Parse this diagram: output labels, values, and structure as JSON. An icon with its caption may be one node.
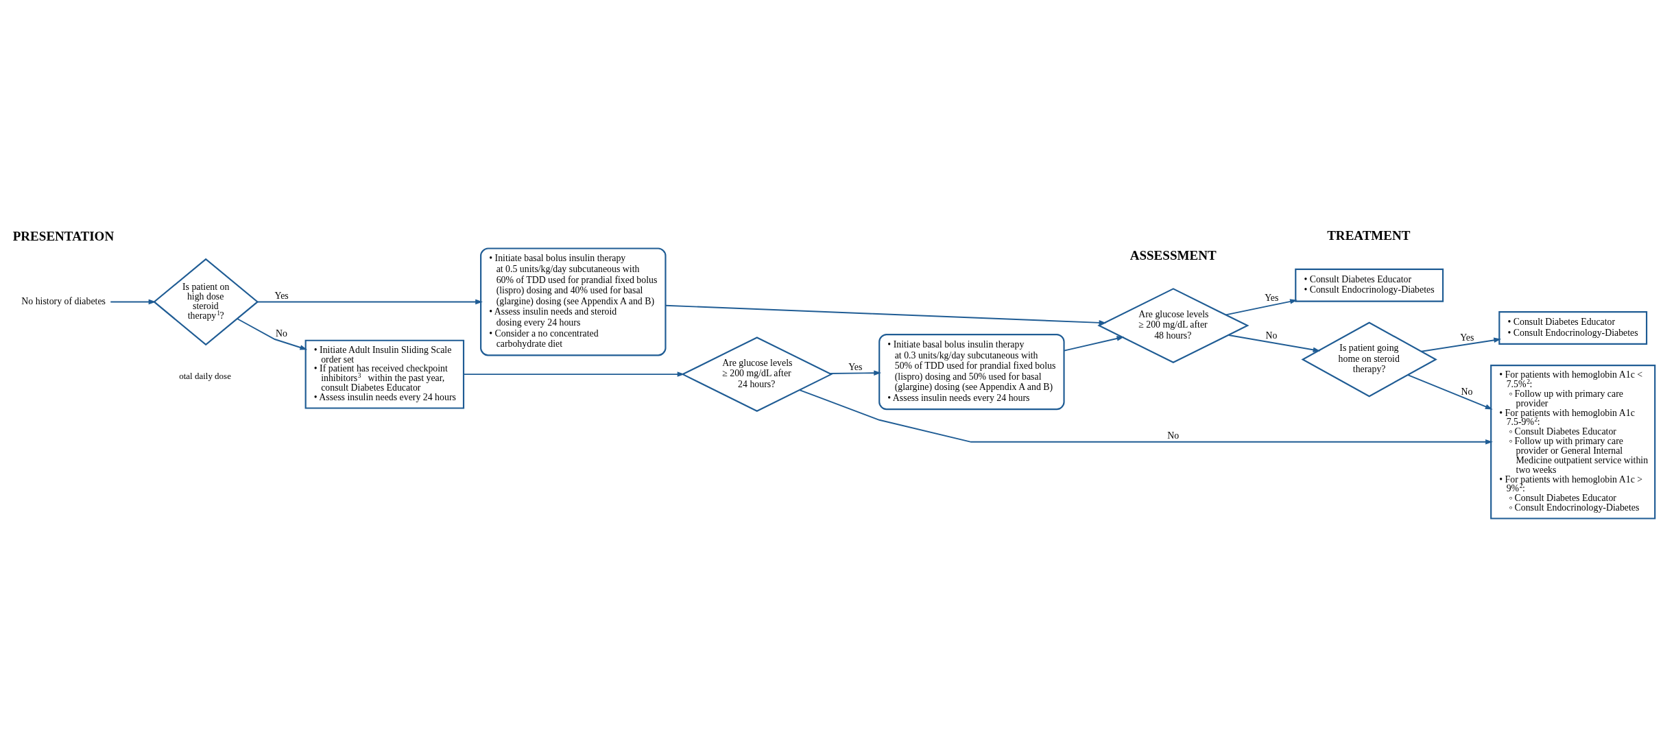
{
  "diagram": {
    "nodes": [
      {
        "text": [
          "No history of diabetes"
        ]
      },
      {
        "text": [
          "Is patient on high dose steroid therapy$^{1}$?"
        ]
      },
      {
        "text": [
          "• Initiate basal bolus insulin therapy at 0.5 units/kg/day subcutaneous with 60% of TDD used for prandial fixed bolus (lispro) dosing and 40% used for basal (glargine) dosing (see Appendix A and B)",
          "• Assess insulin needs and steroid dosing every 24 hours",
          "• Consider a no concentrated carbohydrate diet"
        ]
      },
      {
        "text": [
          "• Initiate Adult Insulin Sliding Scale order set",
          "• If patient has received checkpoint inhibitors$^{3}$ within the past year, consult Diabetes Educator",
          "• Assess insulin needs every 24 hours"
        ]
      },
      {
        "text": [
          "Are glucose levels ≥ 200 mg/dL after 48 hours?"
        ]
      },
      {
        "text": [
          "• Initiate basal bolus insulin therapy at 0.3 units/kg/day subcutaneous with 50% of TDD used for prandial fixed bolus (lispro) dosing and 50% used for basal (glargine) dosing (see Appendix A and B)",
          "• Assess insulin needs every 24 hours"
        ]
      },
      {
        "text": [
          "Are glucose levels ≥ 200 mg/dL after 24 hours?"
        ]
      },
      {
        "text": [
          "• Consult Diabetes Educator",
          "• Consult Endocrinology-Diabetes"
        ]
      },
      {
        "text": [
          "Is patient going home on steroid therapy?"
        ]
      },
      {
        "text": [
          "• Consult Diabetes Educator",
          "• Consult Endocrinology-Diabetes"
        ]
      },
      {
        "text": [
          "• For patients with hemoglobin A1c < 7.5%$^{2}$:",
          "◦ Follow up with primary care provider",
          "• For patients with hemoglobin A1c 7.5-9%$^{2}$:",
          "◦ Consult Diabetes Educator",
          "◦ Follow up with primary care provider or General Internal Medicine outpatient service within two weeks",
          "• For patients with hemoglobin A1c > 9%$^{2}$:",
          "◦ Consult Diabetes Educator",
          "◦ Consult Endocrinology-Diabetes"
        ]
      }
    ],
    "edges": [
      {
        "from": 0,
        "to": 1,
        "arrow": "to"
      },
      {
        "from": 1,
        "to": 2,
        "arrow": "to",
        "label": "Yes"
      },
      {
        "from": 1,
        "to": 3,
        "arrow": "to",
        "label": "No"
      },
      {
        "from": 2,
        "to": 4,
        "arrow": "to"
      },
      {
        "from": 3,
        "to": 6,
        "arrow": "to"
      },
      {
        "from": 6,
        "to": 5,
        "arrow": "to",
        "label": "Yes"
      },
      {
        "from": 5,
        "to": 4,
        "arrow": "to"
      },
      {
        "from": 4,
        "to": 7,
        "arrow": "to",
        "label": "Yes"
      },
      {
        "from": 4,
        "to": 8,
        "arrow": "to",
        "label": "No"
      },
      {
        "from": 8,
        "to": 9,
        "arrow": "to",
        "label": "Yes"
      },
      {
        "from": 8,
        "to": 10,
        "arrow": "to",
        "label": "No"
      },
      {
        "from": 6,
        "to": 10,
        "arrow": "to",
        "label": "No"
      }
    ],
    "labels": [
      "PRESENTATION",
      "ASSESSMENT",
      "TREATMENT",
      "otal daily dose"
    ]
  }
}
